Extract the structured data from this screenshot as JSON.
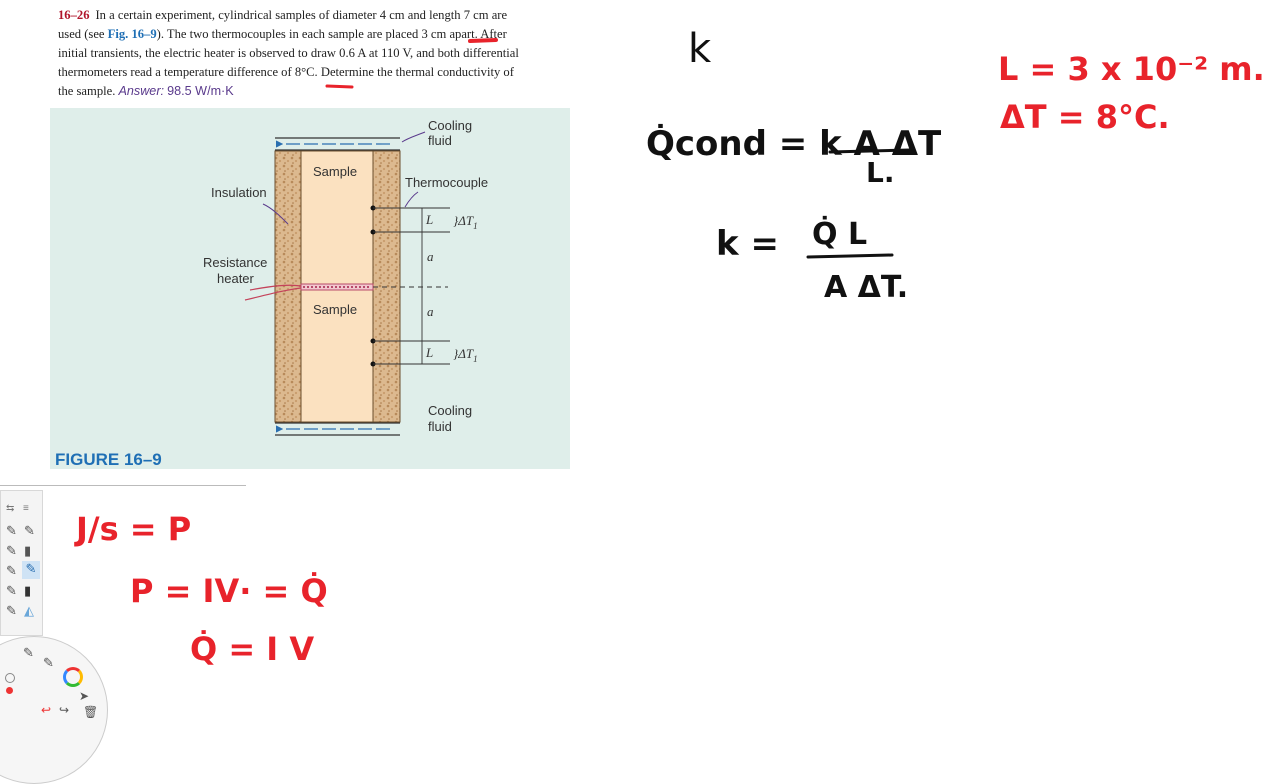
{
  "problem": {
    "number": "16–26",
    "line1": "In a certain experiment, cylindrical samples of diameter 4 cm and length 7 cm are",
    "line2a": "used (see ",
    "figref": "Fig. 16–9",
    "line2b": "). The two thermocouples in each sample are placed 3 cm apart. After",
    "line3": "initial transients, the electric heater is observed to draw 0.6 A at 110 V, and both differential",
    "line4": "thermometers read a temperature difference of 8°C. Determine the thermal conductivity of",
    "line5": "the sample.",
    "answer_label": "Answer:",
    "answer_value": "98.5 W/m·K"
  },
  "figure": {
    "caption": "FIGURE 16–9",
    "labels": {
      "cooling_top_1": "Cooling",
      "cooling_top_2": "fluid",
      "sample_top": "Sample",
      "thermocouple": "Thermocouple",
      "insulation": "Insulation",
      "resistance_1": "Resistance",
      "resistance_2": "heater",
      "sample_bottom": "Sample",
      "cooling_bottom_1": "Cooling",
      "cooling_bottom_2": "fluid",
      "L_top": "L",
      "a_top": "a",
      "a_bottom": "a",
      "L_bottom": "L",
      "dT_top": "}ΔT",
      "dT_top_sub": "1",
      "dT_bottom": "}ΔT",
      "dT_bottom_sub": "1"
    }
  },
  "handwriting": {
    "k_top": "k",
    "qcond": "Q̇cond = k A ΔT",
    "qcond_den": "L.",
    "k_eq": "k =",
    "k_num": "Q̇ L",
    "k_den": "A ΔT.",
    "given_L": "L = 3 x 10⁻² m.",
    "given_dT": "ΔT = 8°C.",
    "js_p": "J/s = P",
    "p_iv": "P = IV· = Q̇",
    "q_iv": "Q̇ = I V"
  },
  "colors": {
    "ink_red": "#e8232b",
    "ink_black": "#111111",
    "figure_bg": "#dfeeea",
    "accent_blue": "#1f6fb5"
  }
}
